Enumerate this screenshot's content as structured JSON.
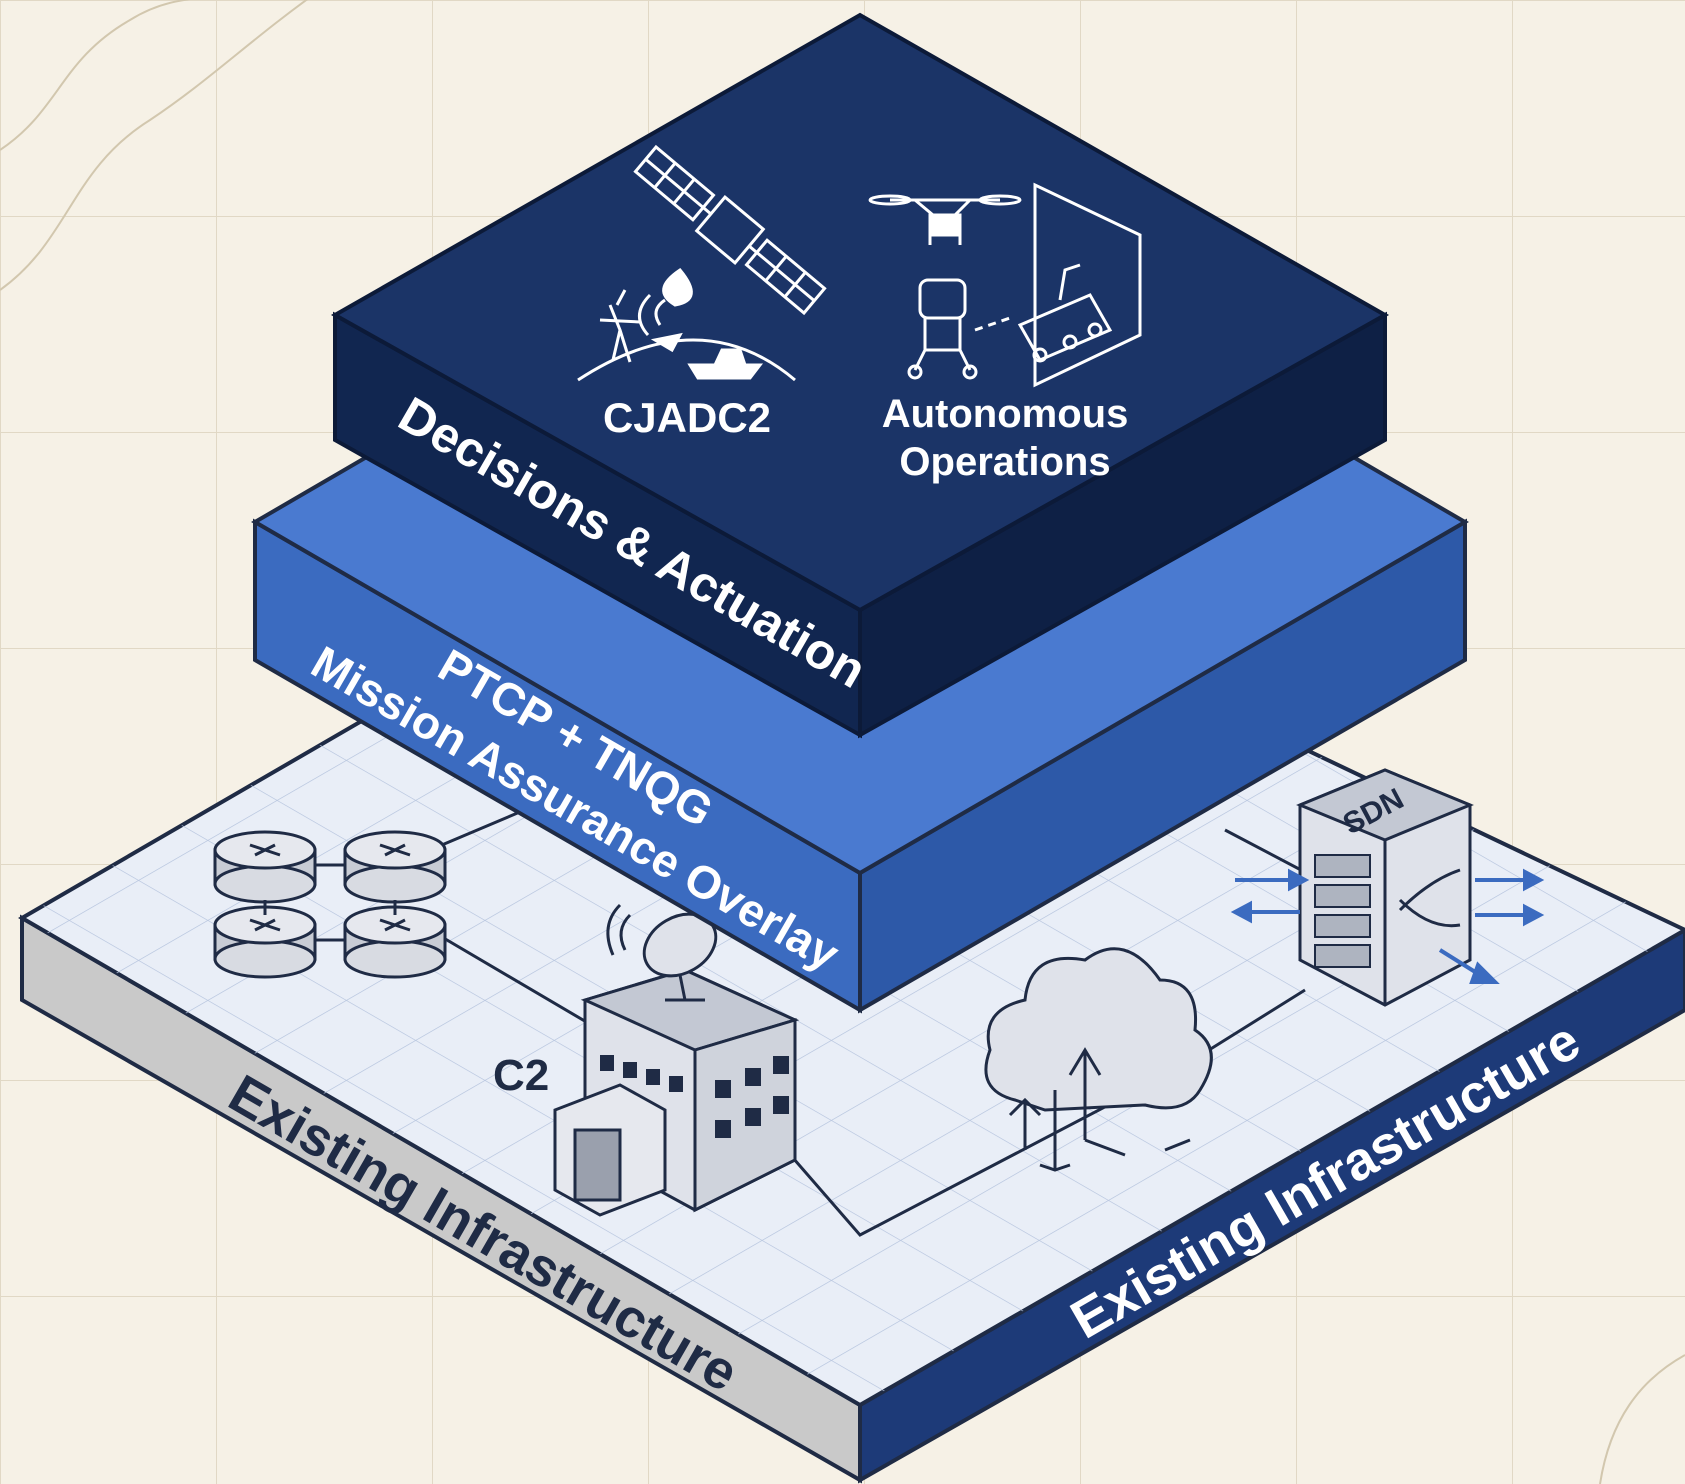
{
  "layers": {
    "top": {
      "face_label": "Decisions & Actuation",
      "cards": [
        {
          "label_lines": [
            "CJADC2"
          ],
          "icon": "satellite-network-icon"
        },
        {
          "label_lines": [
            "Autonomous",
            "Operations"
          ],
          "icon": "autonomous-systems-icon"
        }
      ]
    },
    "middle": {
      "face_label_lines": [
        "PTCP + TNQG",
        "Mission Assurance Overlay"
      ]
    },
    "base": {
      "left_label": "Existing Infrastructure",
      "right_label": "Existing Infrastructure",
      "components": {
        "c2_label": "C2",
        "sdn_label": "SDN",
        "router_icon": "router-cluster-icon",
        "cloud_icon": "cloud-icon",
        "satellite_dish_icon": "satellite-dish-icon"
      }
    }
  },
  "colors": {
    "background": "#f6f1e6",
    "grid": "#e4dccb",
    "top_layer": "#1b3467",
    "top_layer_side": "#112650",
    "middle_layer": "#3b6bc0",
    "middle_layer_side": "#2d59a8",
    "base_surface": "#e9eef7",
    "base_left_side": "#c9c9c9",
    "base_right_side": "#1d3a78",
    "line": "#1f2b45"
  }
}
